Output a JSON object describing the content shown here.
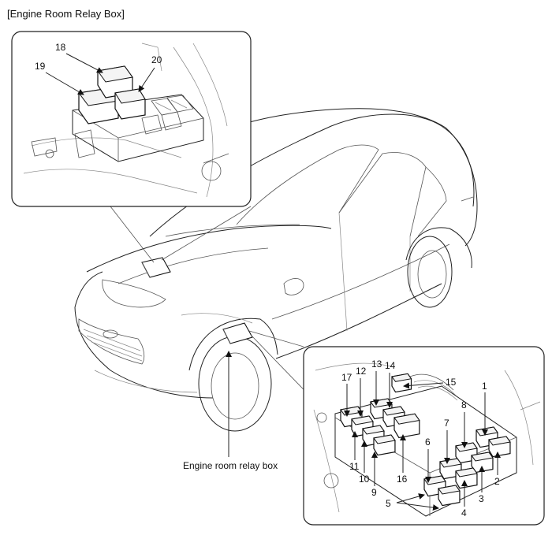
{
  "title": "[Engine Room Relay Box]",
  "callout_main": "Engine room relay box",
  "inset_top_labels": [
    "18",
    "19",
    "20"
  ],
  "inset_bottom_labels": [
    "1",
    "2",
    "3",
    "4",
    "5",
    "6",
    "7",
    "8",
    "9",
    "10",
    "11",
    "12",
    "13",
    "14",
    "15",
    "16",
    "17"
  ]
}
